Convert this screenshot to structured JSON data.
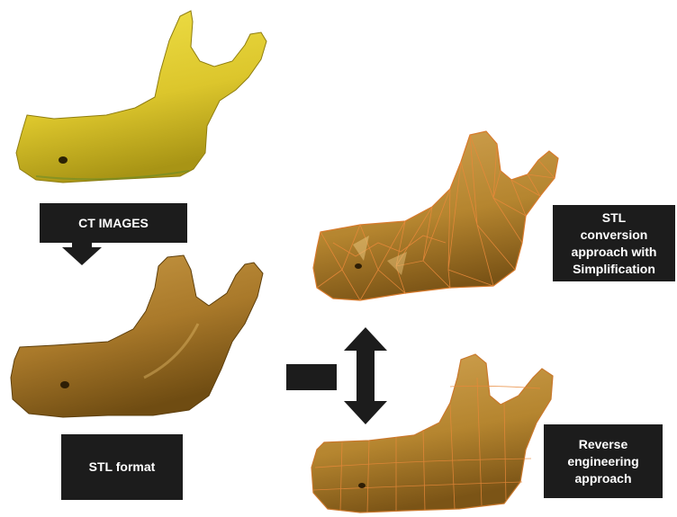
{
  "labels": {
    "ct_images": "CT IMAGES",
    "stl_format": "STL format",
    "stl_conversion": "STL\nconversion\napproach with\nSimplification",
    "reverse_engineering": "Reverse\nengineering\napproach"
  },
  "icons": {
    "arrow_down": "arrow-down-icon",
    "arrow_right": "arrow-right-icon",
    "arrow_up_down": "arrow-up-down-icon"
  },
  "colors": {
    "bone_yellow": "#e6d23a",
    "bone_yellow_shadow": "#b7a116",
    "stl_bronze": "#b0822c",
    "stl_bronze_dark": "#6f4c12",
    "mesh_line": "#e88a3c",
    "label_bg": "#1c1c1c",
    "label_text": "#ffffff"
  }
}
